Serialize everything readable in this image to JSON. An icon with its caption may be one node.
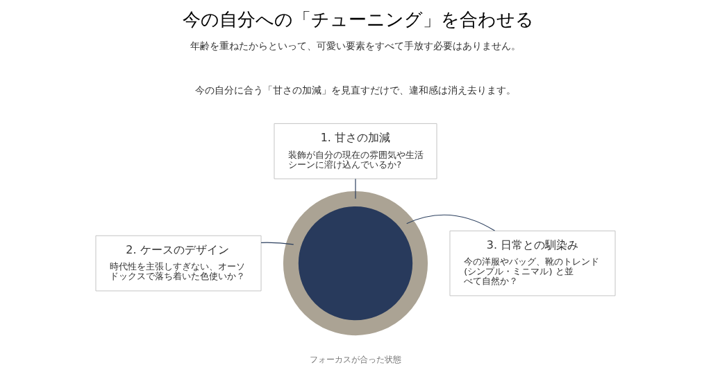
{
  "diagram": {
    "title": "今の自分への「チューニング」を合わせる",
    "nodes": [
      {
        "text": [
          "1. 甘さの加減",
          "装飾が自分の現在の雰囲気や生活シーンに溶け込んでいるか?"
        ]
      },
      {
        "text": [],
        "shape": "circle",
        "beside": [
          "フォーカスが合った状態"
        ]
      },
      {
        "text": [
          "2. ケースのデザイン",
          "時代性を主張しすぎない、オーソドックスで落ち着いた色使いか？"
        ]
      },
      {
        "text": [
          "3. 日常との馴染み",
          "今の洋服やバッグ、靴のトレンド (シンプル・ミニマル) と並べて自然か？"
        ]
      }
    ],
    "edges": [
      {
        "from": 0,
        "to": 1,
        "arrow": "none"
      },
      {
        "from": 2,
        "to": 1,
        "arrow": "none"
      },
      {
        "from": 3,
        "to": 1,
        "arrow": "none"
      }
    ],
    "labels": [
      "年齢を重ねたからといって、可愛い要素をすべて手放す必要はありません。",
      "今の自分に合う「甘さの加減」を見直すだけで、違和感は消え去ります。"
    ]
  }
}
